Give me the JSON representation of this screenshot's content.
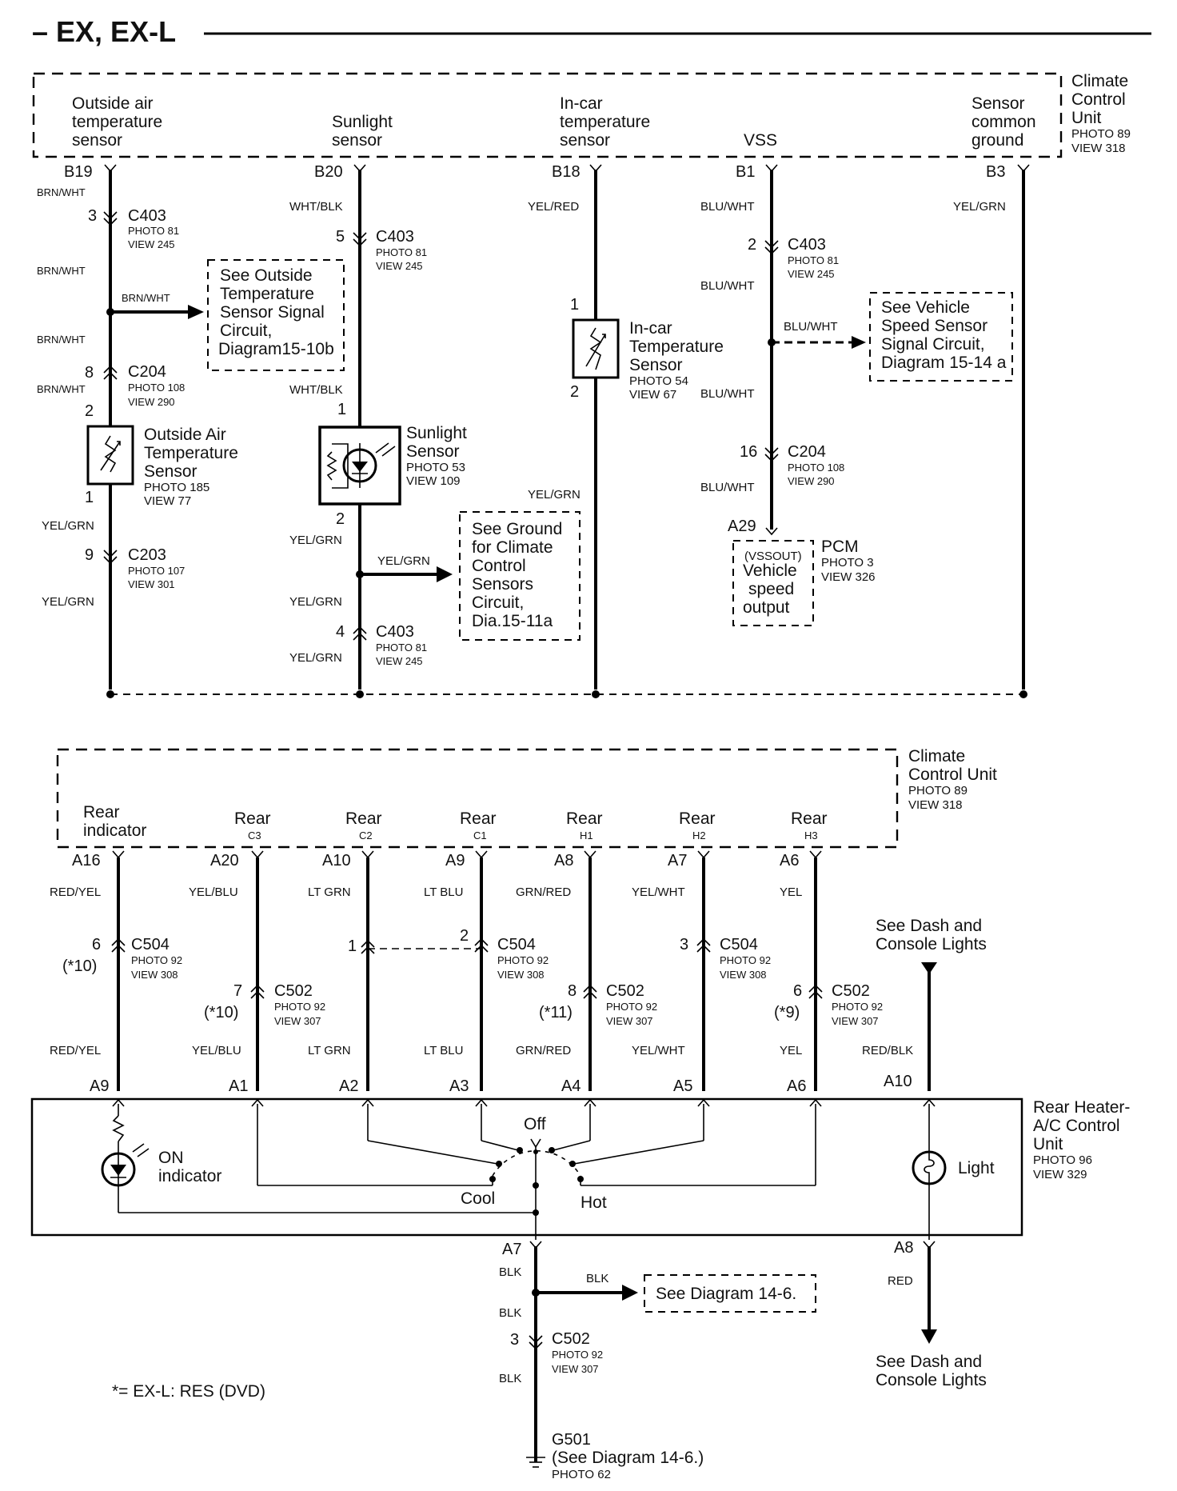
{
  "title": "– EX, EX-L",
  "top": {
    "unit": {
      "l1": "Climate",
      "l2": "Control",
      "l3": "Unit",
      "photo": "PHOTO 89",
      "view": "VIEW 318"
    },
    "hdr_outside": [
      "Outside air",
      "temperature",
      "sensor"
    ],
    "hdr_sunlight": [
      "Sunlight",
      "sensor"
    ],
    "hdr_incar": [
      "In-car",
      "temperature",
      "sensor"
    ],
    "hdr_vss": "VSS",
    "hdr_ground": [
      "Sensor",
      "common",
      "ground"
    ],
    "pins": {
      "b19": "B19",
      "b20": "B20",
      "b18": "B18",
      "b1": "B1",
      "b3": "B3"
    },
    "c1": {
      "w1": "BRN/WHT",
      "pin3": "3",
      "c403": "C403",
      "p81": "PHOTO 81",
      "v245": "VIEW 245",
      "w2": "BRN/WHT",
      "wtap": "BRN/WHT",
      "w3": "BRN/WHT",
      "pin8": "8",
      "c204": "C204",
      "p108": "PHOTO 108",
      "v290": "VIEW 290",
      "w4": "BRN/WHT",
      "pin2": "2",
      "sensor": [
        "Outside Air",
        "Temperature",
        "Sensor"
      ],
      "sp": "PHOTO 185",
      "sv": "VIEW 77",
      "pin1": "1",
      "w5": "YEL/GRN",
      "pin9": "9",
      "c203": "C203",
      "p107": "PHOTO 107",
      "v301": "VIEW 301",
      "w6": "YEL/GRN",
      "see": [
        "See Outside",
        "Temperature",
        "Sensor Signal",
        "Circuit,",
        "Diagram15-10b"
      ]
    },
    "c2": {
      "w1": "WHT/BLK",
      "pin5": "5",
      "c403": "C403",
      "p81": "PHOTO 81",
      "v245": "VIEW 245",
      "w2": "WHT/BLK",
      "pin1": "1",
      "sensor": [
        "Sunlight",
        "Sensor"
      ],
      "sp": "PHOTO 53",
      "sv": "VIEW 109",
      "pin2": "2",
      "w3": "YEL/GRN",
      "wtap": "YEL/GRN",
      "w4": "YEL/GRN",
      "pin4": "4",
      "c403b": "C403",
      "p81b": "PHOTO 81",
      "v245b": "VIEW 245",
      "w5": "YEL/GRN",
      "see": [
        "See Ground",
        "for Climate",
        "Control",
        "Sensors",
        "Circuit,",
        "Dia.15-11a"
      ]
    },
    "c3": {
      "w1": "YEL/RED",
      "pin1": "1",
      "sensor": [
        "In-car",
        "Temperature",
        "Sensor"
      ],
      "sp": "PHOTO 54",
      "sv": "VIEW 67",
      "pin2": "2",
      "w2": "YEL/GRN"
    },
    "c4": {
      "w1": "BLU/WHT",
      "pin2": "2",
      "c403": "C403",
      "p81": "PHOTO 81",
      "v245": "VIEW 245",
      "w2": "BLU/WHT",
      "wtap": "BLU/WHT",
      "w3": "BLU/WHT",
      "pin16": "16",
      "c204": "C204",
      "p108": "PHOTO 108",
      "v290": "VIEW 290",
      "w4": "BLU/WHT",
      "a29": "A29",
      "pcm": "PCM",
      "pp": "PHOTO 3",
      "pv": "VIEW 326",
      "box": [
        "(VSSOUT)",
        "Vehicle",
        "speed",
        "output"
      ],
      "see": [
        "See Vehicle",
        "Speed Sensor",
        "Signal Circuit,",
        "Diagram 15-14 a"
      ]
    },
    "c5": {
      "w1": "YEL/GRN"
    }
  },
  "bottom": {
    "unit": {
      "l1": "Climate",
      "l2": "Control Unit",
      "photo": "PHOTO 89",
      "view": "VIEW 318"
    },
    "hdr": [
      {
        "a": "Rear",
        "b": "indicator"
      },
      {
        "a": "Rear",
        "b": "C3"
      },
      {
        "a": "Rear",
        "b": "C2"
      },
      {
        "a": "Rear",
        "b": "C1"
      },
      {
        "a": "Rear",
        "b": "H1"
      },
      {
        "a": "Rear",
        "b": "H2"
      },
      {
        "a": "Rear",
        "b": "H3"
      }
    ],
    "top_pins": [
      "A16",
      "A20",
      "A10",
      "A9",
      "A8",
      "A7",
      "A6"
    ],
    "top_wires": [
      "RED/YEL",
      "YEL/BLU",
      "LT GRN",
      "LT BLU",
      "GRN/RED",
      "YEL/WHT",
      "YEL"
    ],
    "conns": [
      {
        "pin": "6",
        "c": "C504",
        "p": "PHOTO 92",
        "v": "VIEW 308",
        "note": "(*10)"
      },
      {
        "pin": "7",
        "c": "C502",
        "p": "PHOTO 92",
        "v": "VIEW 307",
        "note": "(*10)"
      },
      {
        "pin": "1"
      },
      {
        "pin": "2",
        "c": "C504",
        "p": "PHOTO 92",
        "v": "VIEW 308"
      },
      {
        "pin": "8",
        "c": "C502",
        "p": "PHOTO 92",
        "v": "VIEW 307",
        "note": "(*11)"
      },
      {
        "pin": "3",
        "c": "C504",
        "p": "PHOTO 92",
        "v": "VIEW 308"
      },
      {
        "pin": "6",
        "c": "C502",
        "p": "PHOTO 92",
        "v": "VIEW 307",
        "note": "(*9)"
      }
    ],
    "low_wires": [
      "RED/YEL",
      "YEL/BLU",
      "LT GRN",
      "LT BLU",
      "GRN/RED",
      "YEL/WHT",
      "YEL",
      "RED/BLK"
    ],
    "heater_pins": [
      "A9",
      "A1",
      "A2",
      "A3",
      "A4",
      "A5",
      "A6",
      "A10"
    ],
    "dash_top": [
      "See Dash and",
      "Console Lights"
    ],
    "heater": {
      "l1": "Rear Heater-",
      "l2": "A/C Control",
      "l3": "Unit",
      "photo": "PHOTO 96",
      "view": "VIEW 329"
    },
    "on_ind": [
      "ON",
      "indicator"
    ],
    "off": "Off",
    "cool": "Cool",
    "hot": "Hot",
    "light": "Light",
    "a7": "A7",
    "a8": "A8",
    "w_blk1": "BLK",
    "w_blktap": "BLK",
    "w_blk2": "BLK",
    "w_blk3": "BLK",
    "w_red": "RED",
    "see14": "See Diagram 14-6.",
    "pin3": "3",
    "c502": "C502",
    "p92": "PHOTO 92",
    "v307": "VIEW 307",
    "g501": "G501",
    "g_see": "(See Diagram 14-6.)",
    "g_photo": "PHOTO 62",
    "dash_bot": [
      "See Dash and",
      "Console Lights"
    ],
    "footnote": "*= EX-L: RES (DVD)"
  }
}
